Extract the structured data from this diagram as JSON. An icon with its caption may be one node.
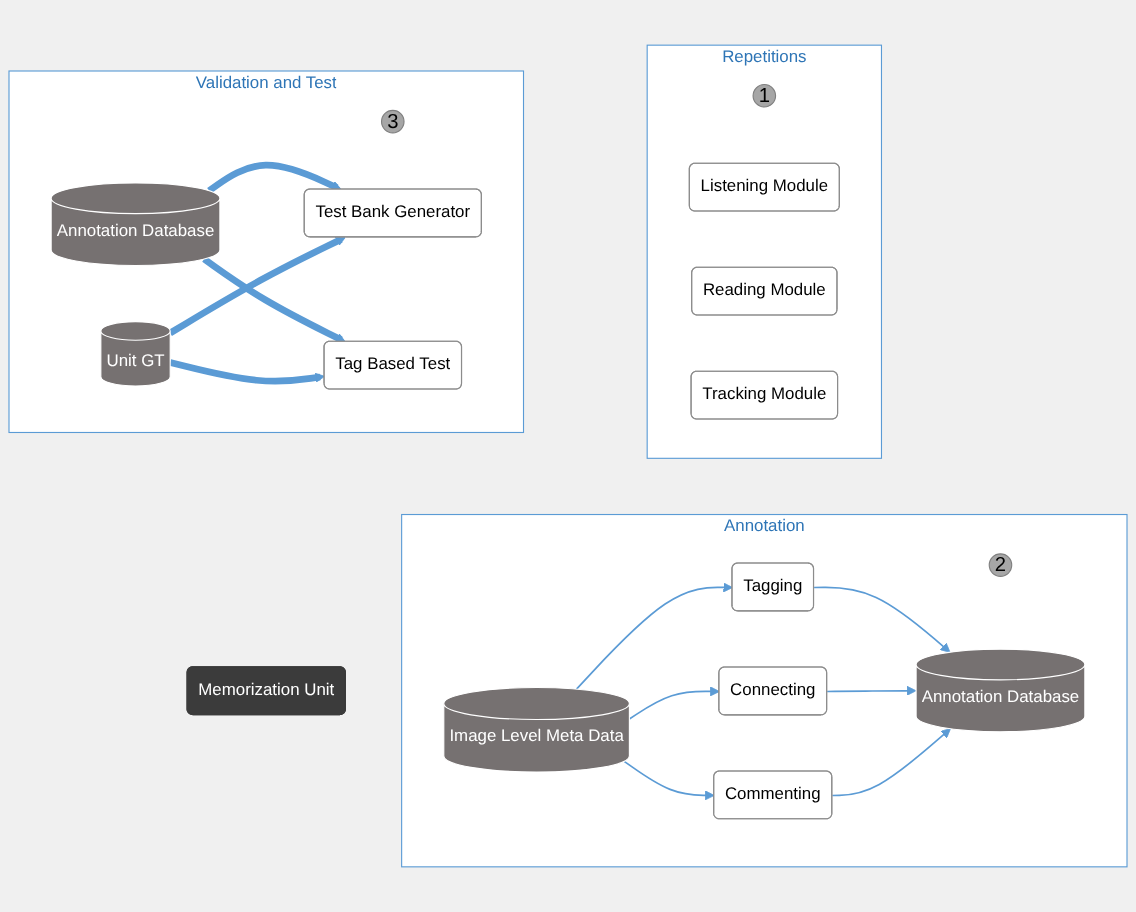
{
  "diagram": {
    "nodes": [
      {
        "text": [
          "Repetitions"
        ]
      },
      {
        "text": [
          "1"
        ],
        "in": 0
      },
      {
        "text": [
          "Listening Module"
        ],
        "in": 0
      },
      {
        "text": [
          "Reading Module"
        ],
        "in": 0
      },
      {
        "text": [
          "Tracking Module"
        ],
        "in": 0
      },
      {
        "text": [
          "Validation and Test"
        ]
      },
      {
        "text": [
          "3"
        ],
        "in": 5
      },
      {
        "text": [
          "Annotation Database"
        ],
        "in": 5
      },
      {
        "text": [
          "Unit GT"
        ],
        "in": 5
      },
      {
        "text": [
          "Test Bank Generator"
        ],
        "in": 5
      },
      {
        "text": [
          "Tag Based Test"
        ],
        "in": 5
      },
      {
        "text": [
          "Annotation"
        ]
      },
      {
        "text": [
          "2"
        ],
        "in": 11
      },
      {
        "text": [
          "Image Level Meta Data"
        ],
        "in": 11
      },
      {
        "text": [
          "Tagging"
        ],
        "in": 11
      },
      {
        "text": [
          "Connecting"
        ],
        "in": 11
      },
      {
        "text": [
          "Commenting"
        ],
        "in": 11
      },
      {
        "text": [
          "Annotation Database"
        ],
        "in": 11
      },
      {
        "text": [
          "Memorization Unit"
        ]
      }
    ],
    "edges": [
      {
        "from": 7,
        "to": 9,
        "arrow": "to",
        "style": "thick"
      },
      {
        "from": 7,
        "to": 10,
        "arrow": "to",
        "style": "thick"
      },
      {
        "from": 8,
        "to": 9,
        "arrow": "to",
        "style": "thick"
      },
      {
        "from": 8,
        "to": 10,
        "arrow": "to",
        "style": "thick"
      },
      {
        "from": 13,
        "to": 14,
        "arrow": "to"
      },
      {
        "from": 13,
        "to": 15,
        "arrow": "to"
      },
      {
        "from": 13,
        "to": 16,
        "arrow": "to"
      },
      {
        "from": 14,
        "to": 17,
        "arrow": "to"
      },
      {
        "from": 15,
        "to": 17,
        "arrow": "to"
      },
      {
        "from": 16,
        "to": 17,
        "arrow": "to"
      }
    ]
  }
}
